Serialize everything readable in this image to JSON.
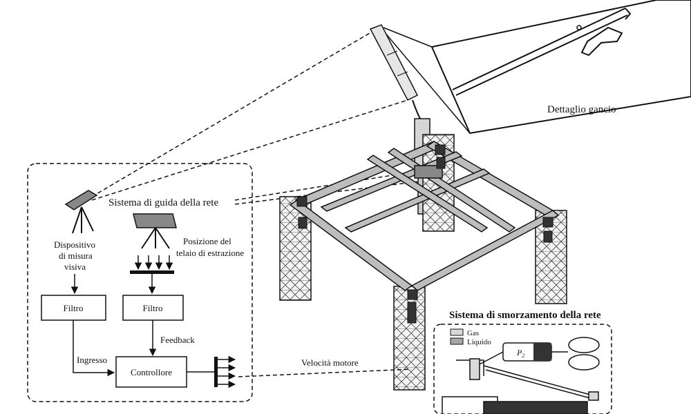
{
  "labels": {
    "hook_detail": "Dettaglio gancio",
    "net_guide_system": "Sistema di guida della rete",
    "visual_device_1": "Dispositivo",
    "visual_device_2": "di misura",
    "visual_device_3": "visiva",
    "frame_position_1": "Posizione del",
    "frame_position_2": "telaio di estrazione",
    "filter_left": "Filtro",
    "filter_right": "Filtro",
    "feedback": "Feedback",
    "input": "Ingresso",
    "controller": "Controllore",
    "motor_speed": "Velocità motore",
    "damping_system": "Sistema di smorzamento della rete",
    "legend_gas": "Gas",
    "legend_liquid": "Liquido",
    "p2": "P",
    "p2_sub": "2"
  },
  "colors": {
    "stroke": "#111111",
    "frame_fill": "#bdbdbd",
    "dark_fill": "#333333",
    "gas_fill": "#d9d9d9",
    "liquid_fill": "#a6a6a6"
  },
  "icons": [
    "camera-tripod-icon",
    "hook-icon",
    "arrow-icon"
  ]
}
